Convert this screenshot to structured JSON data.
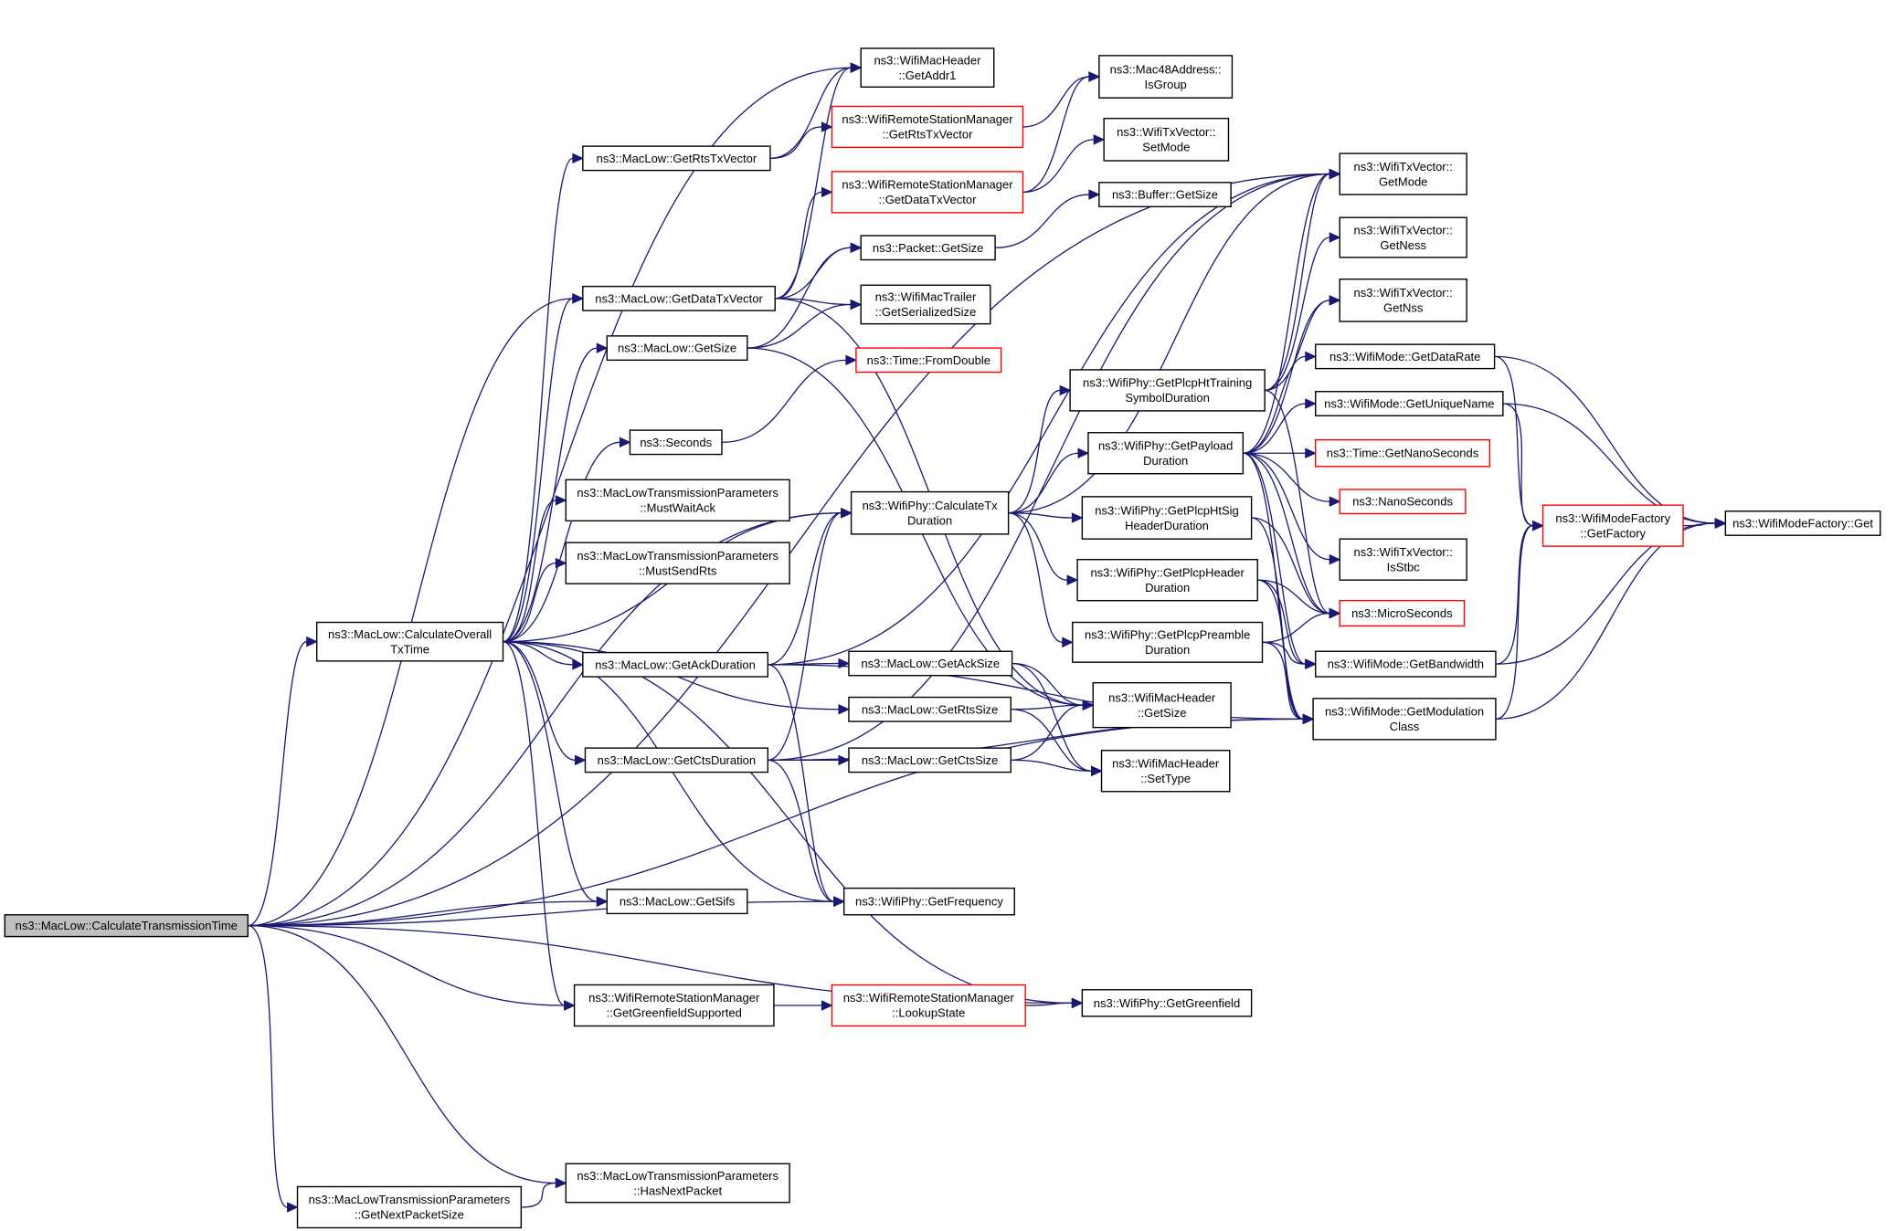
{
  "colors": {
    "edge": "#191970",
    "border_normal": "#000000",
    "border_truncated": "#ff0000",
    "root_fill": "#bfbfbf",
    "background": "#ffffff"
  },
  "nodes": [
    {
      "id": "calcTT",
      "lines": [
        "ns3::MacLow::CalculateTransmissionTime"
      ],
      "style": "root"
    },
    {
      "id": "calcOTT",
      "lines": [
        "ns3::MacLow::CalculateOverall",
        "TxTime"
      ],
      "style": "normal"
    },
    {
      "id": "getRtsTxV",
      "lines": [
        "ns3::MacLow::GetRtsTxVector"
      ],
      "style": "normal"
    },
    {
      "id": "getDataTxV",
      "lines": [
        "ns3::MacLow::GetDataTxVector"
      ],
      "style": "normal"
    },
    {
      "id": "getSize",
      "lines": [
        "ns3::MacLow::GetSize"
      ],
      "style": "normal"
    },
    {
      "id": "seconds",
      "lines": [
        "ns3::Seconds"
      ],
      "style": "normal"
    },
    {
      "id": "mustWaitAck",
      "lines": [
        "ns3::MacLowTransmissionParameters",
        "::MustWaitAck"
      ],
      "style": "normal"
    },
    {
      "id": "mustSendRts",
      "lines": [
        "ns3::MacLowTransmissionParameters",
        "::MustSendRts"
      ],
      "style": "normal"
    },
    {
      "id": "getAckDur",
      "lines": [
        "ns3::MacLow::GetAckDuration"
      ],
      "style": "normal"
    },
    {
      "id": "getCtsDur",
      "lines": [
        "ns3::MacLow::GetCtsDuration"
      ],
      "style": "normal"
    },
    {
      "id": "getSifs",
      "lines": [
        "ns3::MacLow::GetSifs"
      ],
      "style": "normal"
    },
    {
      "id": "getGfSup",
      "lines": [
        "ns3::WifiRemoteStationManager",
        "::GetGreenfieldSupported"
      ],
      "style": "normal"
    },
    {
      "id": "getNextPkt",
      "lines": [
        "ns3::MacLowTransmissionParameters",
        "::GetNextPacketSize"
      ],
      "style": "normal"
    },
    {
      "id": "hasNextPkt",
      "lines": [
        "ns3::MacLowTransmissionParameters",
        "::HasNextPacket"
      ],
      "style": "normal"
    },
    {
      "id": "getAddr1",
      "lines": [
        "ns3::WifiMacHeader",
        "::GetAddr1"
      ],
      "style": "normal"
    },
    {
      "id": "rsmGetRts",
      "lines": [
        "ns3::WifiRemoteStationManager",
        "::GetRtsTxVector"
      ],
      "style": "truncated"
    },
    {
      "id": "rsmGetData",
      "lines": [
        "ns3::WifiRemoteStationManager",
        "::GetDataTxVector"
      ],
      "style": "truncated"
    },
    {
      "id": "pktGetSize",
      "lines": [
        "ns3::Packet::GetSize"
      ],
      "style": "normal"
    },
    {
      "id": "trailerSize",
      "lines": [
        "ns3::WifiMacTrailer",
        "::GetSerializedSize"
      ],
      "style": "normal"
    },
    {
      "id": "fromDouble",
      "lines": [
        "ns3::Time::FromDouble"
      ],
      "style": "truncated"
    },
    {
      "id": "calcTxDur",
      "lines": [
        "ns3::WifiPhy::CalculateTx",
        "Duration"
      ],
      "style": "normal"
    },
    {
      "id": "getAckSize",
      "lines": [
        "ns3::MacLow::GetAckSize"
      ],
      "style": "normal"
    },
    {
      "id": "getRtsSize",
      "lines": [
        "ns3::MacLow::GetRtsSize"
      ],
      "style": "normal"
    },
    {
      "id": "getCtsSize",
      "lines": [
        "ns3::MacLow::GetCtsSize"
      ],
      "style": "normal"
    },
    {
      "id": "getFreq",
      "lines": [
        "ns3::WifiPhy::GetFrequency"
      ],
      "style": "normal"
    },
    {
      "id": "lookupState",
      "lines": [
        "ns3::WifiRemoteStationManager",
        "::LookupState"
      ],
      "style": "truncated"
    },
    {
      "id": "isGroup",
      "lines": [
        "ns3::Mac48Address::",
        "IsGroup"
      ],
      "style": "normal"
    },
    {
      "id": "setMode",
      "lines": [
        "ns3::WifiTxVector::",
        "SetMode"
      ],
      "style": "normal"
    },
    {
      "id": "bufGetSize",
      "lines": [
        "ns3::Buffer::GetSize"
      ],
      "style": "normal"
    },
    {
      "id": "htTrain",
      "lines": [
        "ns3::WifiPhy::GetPlcpHtTraining",
        "SymbolDuration"
      ],
      "style": "normal"
    },
    {
      "id": "payloadDur",
      "lines": [
        "ns3::WifiPhy::GetPayload",
        "Duration"
      ],
      "style": "normal"
    },
    {
      "id": "htSig",
      "lines": [
        "ns3::WifiPhy::GetPlcpHtSig",
        "HeaderDuration"
      ],
      "style": "normal"
    },
    {
      "id": "plcpHdr",
      "lines": [
        "ns3::WifiPhy::GetPlcpHeader",
        "Duration"
      ],
      "style": "normal"
    },
    {
      "id": "plcpPre",
      "lines": [
        "ns3::WifiPhy::GetPlcpPreamble",
        "Duration"
      ],
      "style": "normal"
    },
    {
      "id": "hdrGetSize",
      "lines": [
        "ns3::WifiMacHeader",
        "::GetSize"
      ],
      "style": "normal"
    },
    {
      "id": "hdrSetType",
      "lines": [
        "ns3::WifiMacHeader",
        "::SetType"
      ],
      "style": "normal"
    },
    {
      "id": "getGreenfield",
      "lines": [
        "ns3::WifiPhy::GetGreenfield"
      ],
      "style": "normal"
    },
    {
      "id": "getMode",
      "lines": [
        "ns3::WifiTxVector::",
        "GetMode"
      ],
      "style": "normal"
    },
    {
      "id": "getNess",
      "lines": [
        "ns3::WifiTxVector::",
        "GetNess"
      ],
      "style": "normal"
    },
    {
      "id": "getNss",
      "lines": [
        "ns3::WifiTxVector::",
        "GetNss"
      ],
      "style": "normal"
    },
    {
      "id": "getDataRate",
      "lines": [
        "ns3::WifiMode::GetDataRate"
      ],
      "style": "normal"
    },
    {
      "id": "getUniqueName",
      "lines": [
        "ns3::WifiMode::GetUniqueName"
      ],
      "style": "normal"
    },
    {
      "id": "getNanoSec",
      "lines": [
        "ns3::Time::GetNanoSeconds"
      ],
      "style": "truncated"
    },
    {
      "id": "nanoSec",
      "lines": [
        "ns3::NanoSeconds"
      ],
      "style": "truncated"
    },
    {
      "id": "isStbc",
      "lines": [
        "ns3::WifiTxVector::",
        "IsStbc"
      ],
      "style": "normal"
    },
    {
      "id": "microSec",
      "lines": [
        "ns3::MicroSeconds"
      ],
      "style": "truncated"
    },
    {
      "id": "getBandwidth",
      "lines": [
        "ns3::WifiMode::GetBandwidth"
      ],
      "style": "normal"
    },
    {
      "id": "getModClass",
      "lines": [
        "ns3::WifiMode::GetModulation",
        "Class"
      ],
      "style": "normal"
    },
    {
      "id": "getFactory",
      "lines": [
        "ns3::WifiModeFactory",
        "::GetFactory"
      ],
      "style": "truncated"
    },
    {
      "id": "factoryGet",
      "lines": [
        "ns3::WifiModeFactory::Get"
      ],
      "style": "normal"
    }
  ],
  "edges": [
    [
      "calcTT",
      "calcOTT"
    ],
    [
      "calcTT",
      "getAddr1"
    ],
    [
      "calcTT",
      "getMode"
    ],
    [
      "calcTT",
      "getDataTxV"
    ],
    [
      "calcTT",
      "calcTxDur"
    ],
    [
      "calcTT",
      "getSifs"
    ],
    [
      "calcTT",
      "getFreq"
    ],
    [
      "calcTT",
      "getGfSup"
    ],
    [
      "calcTT",
      "getGreenfield"
    ],
    [
      "calcTT",
      "getModClass"
    ],
    [
      "calcTT",
      "getNextPkt"
    ],
    [
      "calcTT",
      "hasNextPkt"
    ],
    [
      "calcOTT",
      "getRtsTxV"
    ],
    [
      "calcOTT",
      "getDataTxV"
    ],
    [
      "calcOTT",
      "getSize"
    ],
    [
      "calcOTT",
      "seconds"
    ],
    [
      "calcOTT",
      "mustWaitAck"
    ],
    [
      "calcOTT",
      "mustSendRts"
    ],
    [
      "calcOTT",
      "calcTxDur"
    ],
    [
      "calcOTT",
      "getAckDur"
    ],
    [
      "calcOTT",
      "getRtsSize"
    ],
    [
      "calcOTT",
      "getCtsDur"
    ],
    [
      "calcOTT",
      "getSifs"
    ],
    [
      "calcOTT",
      "getGfSup"
    ],
    [
      "calcOTT",
      "getFreq"
    ],
    [
      "calcOTT",
      "getGreenfield"
    ],
    [
      "getRtsTxV",
      "getAddr1"
    ],
    [
      "getRtsTxV",
      "rsmGetRts"
    ],
    [
      "getDataTxV",
      "getAddr1"
    ],
    [
      "getDataTxV",
      "rsmGetData"
    ],
    [
      "getDataTxV",
      "pktGetSize"
    ],
    [
      "getDataTxV",
      "trailerSize"
    ],
    [
      "getDataTxV",
      "hdrGetSize"
    ],
    [
      "getSize",
      "pktGetSize"
    ],
    [
      "getSize",
      "trailerSize"
    ],
    [
      "getSize",
      "hdrGetSize"
    ],
    [
      "seconds",
      "fromDouble"
    ],
    [
      "getAckDur",
      "getAckSize"
    ],
    [
      "getAckDur",
      "calcTxDur"
    ],
    [
      "getAckDur",
      "getMode"
    ],
    [
      "getAckDur",
      "getFreq"
    ],
    [
      "getAckDur",
      "getModClass"
    ],
    [
      "getCtsDur",
      "getCtsSize"
    ],
    [
      "getCtsDur",
      "calcTxDur"
    ],
    [
      "getCtsDur",
      "getMode"
    ],
    [
      "getCtsDur",
      "getFreq"
    ],
    [
      "getCtsDur",
      "getModClass"
    ],
    [
      "getGfSup",
      "lookupState"
    ],
    [
      "lookupState",
      "getGreenfield"
    ],
    [
      "getNextPkt",
      "hasNextPkt"
    ],
    [
      "rsmGetRts",
      "isGroup"
    ],
    [
      "rsmGetData",
      "isGroup"
    ],
    [
      "rsmGetData",
      "setMode"
    ],
    [
      "pktGetSize",
      "bufGetSize"
    ],
    [
      "getAckSize",
      "hdrGetSize"
    ],
    [
      "getAckSize",
      "hdrSetType"
    ],
    [
      "getRtsSize",
      "hdrGetSize"
    ],
    [
      "getRtsSize",
      "hdrSetType"
    ],
    [
      "getCtsSize",
      "hdrGetSize"
    ],
    [
      "getCtsSize",
      "hdrSetType"
    ],
    [
      "calcTxDur",
      "htTrain"
    ],
    [
      "calcTxDur",
      "payloadDur"
    ],
    [
      "calcTxDur",
      "htSig"
    ],
    [
      "calcTxDur",
      "plcpHdr"
    ],
    [
      "calcTxDur",
      "plcpPre"
    ],
    [
      "calcTxDur",
      "getMode"
    ],
    [
      "htTrain",
      "getNess"
    ],
    [
      "htTrain",
      "getNss"
    ],
    [
      "htTrain",
      "microSec"
    ],
    [
      "htTrain",
      "getMode"
    ],
    [
      "payloadDur",
      "getMode"
    ],
    [
      "payloadDur",
      "getDataRate"
    ],
    [
      "payloadDur",
      "getUniqueName"
    ],
    [
      "payloadDur",
      "getNanoSec"
    ],
    [
      "payloadDur",
      "nanoSec"
    ],
    [
      "payloadDur",
      "isStbc"
    ],
    [
      "payloadDur",
      "microSec"
    ],
    [
      "payloadDur",
      "getBandwidth"
    ],
    [
      "payloadDur",
      "getModClass"
    ],
    [
      "payloadDur",
      "getNss"
    ],
    [
      "htSig",
      "microSec"
    ],
    [
      "htSig",
      "getModClass"
    ],
    [
      "plcpHdr",
      "microSec"
    ],
    [
      "plcpHdr",
      "getBandwidth"
    ],
    [
      "plcpHdr",
      "getModClass"
    ],
    [
      "plcpPre",
      "microSec"
    ],
    [
      "plcpPre",
      "getBandwidth"
    ],
    [
      "plcpPre",
      "getModClass"
    ],
    [
      "getDataRate",
      "getFactory"
    ],
    [
      "getDataRate",
      "factoryGet"
    ],
    [
      "getUniqueName",
      "getFactory"
    ],
    [
      "getUniqueName",
      "factoryGet"
    ],
    [
      "getBandwidth",
      "getFactory"
    ],
    [
      "getBandwidth",
      "factoryGet"
    ],
    [
      "getModClass",
      "getFactory"
    ],
    [
      "getModClass",
      "factoryGet"
    ],
    [
      "getFactory",
      "factoryGet"
    ]
  ]
}
